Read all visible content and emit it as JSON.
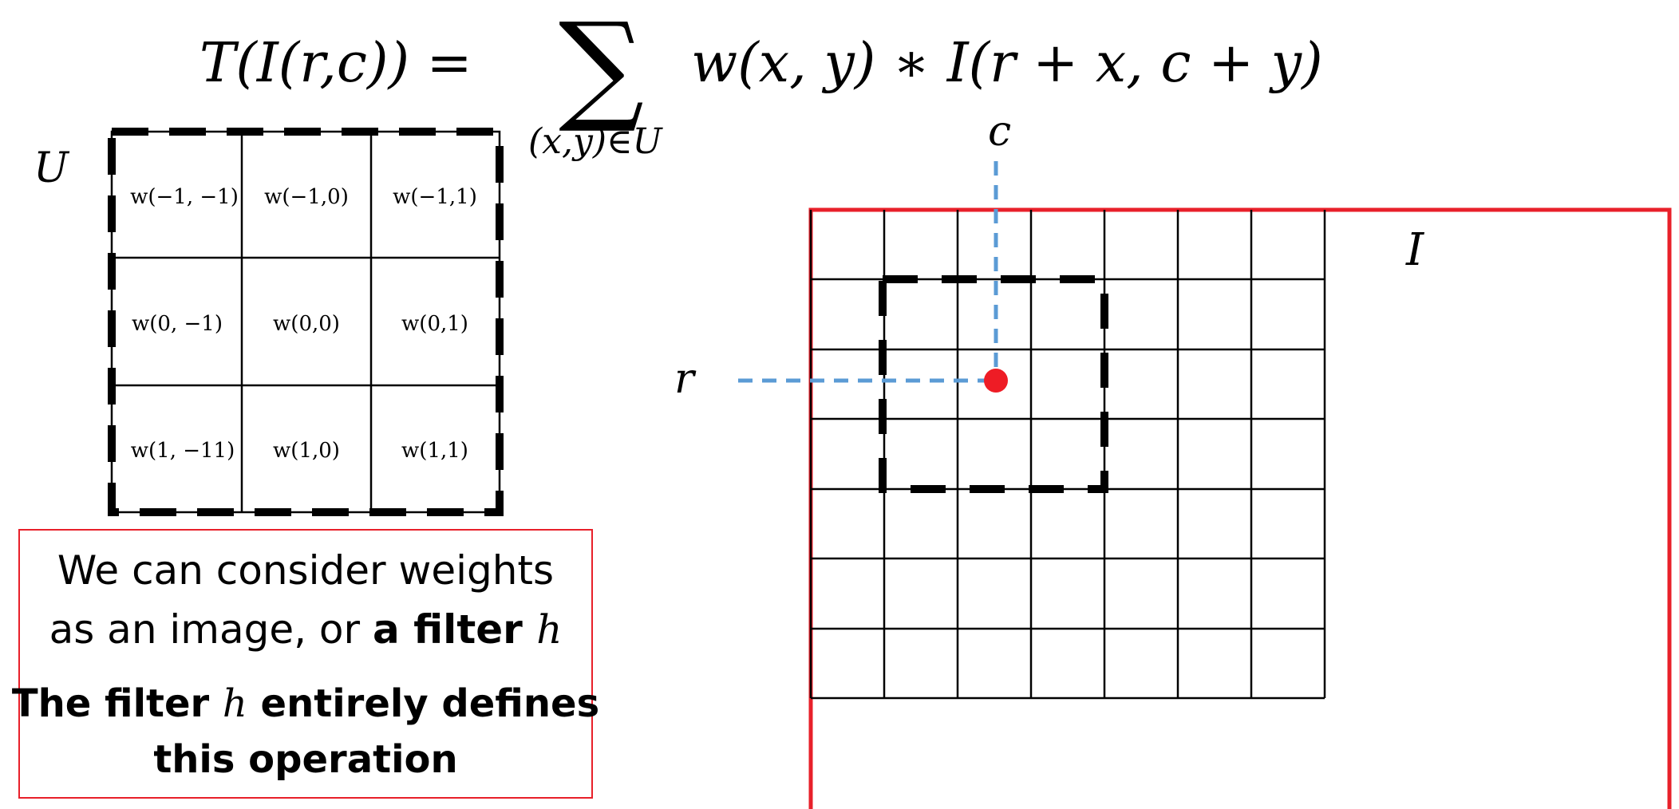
{
  "formula": {
    "lhs": "T(I(r,c)) =",
    "sum_symbol": "∑",
    "sum_subscript": "(x,y)∈U",
    "rhs": "w(x, y) ∗ I(r + x, c + y)"
  },
  "kernel": {
    "set_label": "U",
    "cells": [
      [
        "w(−1, −1)",
        "w(−1,0)",
        "w(−1,1)"
      ],
      [
        "w(0, −1)",
        "w(0,0)",
        "w(0,1)"
      ],
      [
        "w(1, −11)",
        "w(1,0)",
        "w(1,1)"
      ]
    ]
  },
  "note": {
    "line1": "We can consider weights",
    "line2_pre": "as an image, or ",
    "line2_bold": "a filter ",
    "line2_var": "h",
    "line3_pre": "The filter ",
    "line3_var": "h",
    "line3_post": " entirely defines",
    "line4": "this operation"
  },
  "image": {
    "label": "I",
    "row_label": "r",
    "col_label": "c"
  },
  "colors": {
    "frame_red": "#e8202a",
    "guide_blue": "#5b9bd5",
    "dot_red": "#ee1c25",
    "note_border": "#e8202a",
    "grid": "#000000"
  }
}
